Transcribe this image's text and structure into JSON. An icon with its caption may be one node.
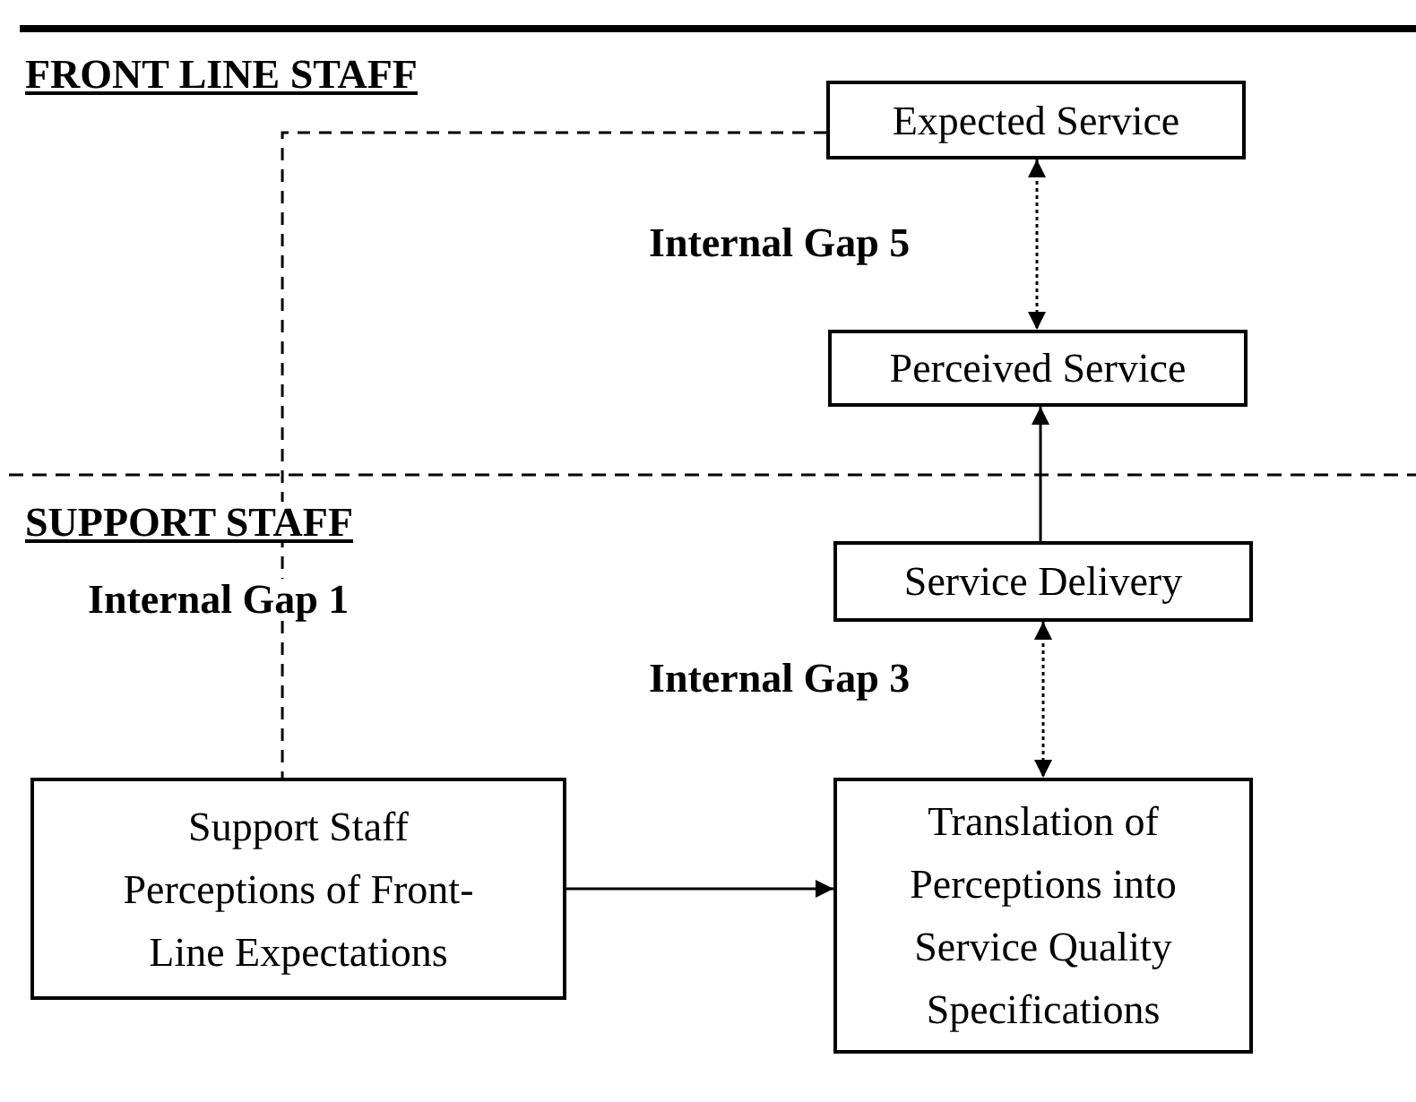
{
  "diagram": {
    "nodes": [
      {
        "text": [
          "Expected Service"
        ]
      },
      {
        "text": [
          "Perceived Service"
        ]
      },
      {
        "text": [
          "Service Delivery"
        ]
      },
      {
        "text": [
          "Support Staff Perceptions of Front-Line Expectations"
        ]
      },
      {
        "text": [
          "Translation of Perceptions into Service Quality Specifications"
        ]
      }
    ],
    "edges": [
      {
        "from": 0,
        "to": 1,
        "arrow": "both",
        "style": "dashed"
      },
      {
        "from": 2,
        "to": 1,
        "arrow": "to"
      },
      {
        "from": 2,
        "to": 4,
        "arrow": "both",
        "style": "dashed"
      },
      {
        "from": 3,
        "to": 4,
        "arrow": "to"
      },
      {
        "from": 0,
        "to": 3,
        "arrow": "none",
        "style": "dashed"
      }
    ],
    "labels": [
      "FRONT LINE STAFF",
      "Internal Gap 5",
      "SUPPORT STAFF",
      "Internal Gap 1",
      "Internal Gap 3"
    ]
  }
}
